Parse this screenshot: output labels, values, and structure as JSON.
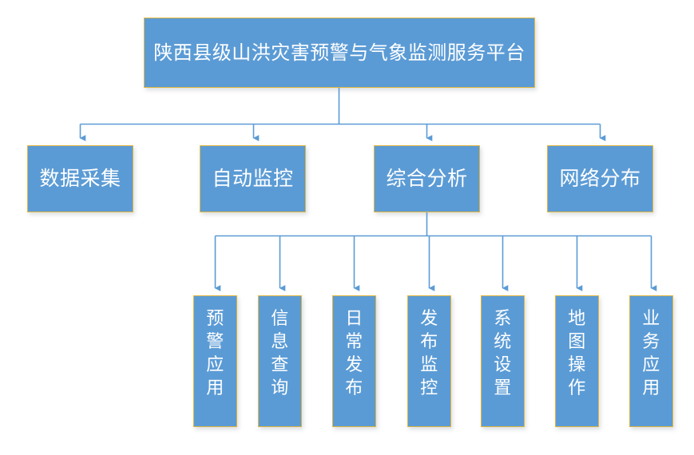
{
  "diagram": {
    "type": "org-chart",
    "orientation": "top-down",
    "background_color": "#FFFFFF",
    "node_fill_color": "#5B9BD5",
    "node_border_color": "#E0B63E",
    "node_text_color": "#FFFFFF",
    "connector_color": "#5B9BD5",
    "root": {
      "label": "陕西县级山洪灾害预警与气象监测服务平台"
    },
    "level2": [
      {
        "label": "数据采集"
      },
      {
        "label": "自动监控"
      },
      {
        "label": "综合分析"
      },
      {
        "label": "网络分布"
      }
    ],
    "level3_parent": "综合分析",
    "level3": [
      {
        "label": "预警应用"
      },
      {
        "label": "信息查询"
      },
      {
        "label": "日常发布"
      },
      {
        "label": "发布监控"
      },
      {
        "label": "系统设置"
      },
      {
        "label": "地图操作"
      },
      {
        "label": "业务应用"
      }
    ]
  }
}
